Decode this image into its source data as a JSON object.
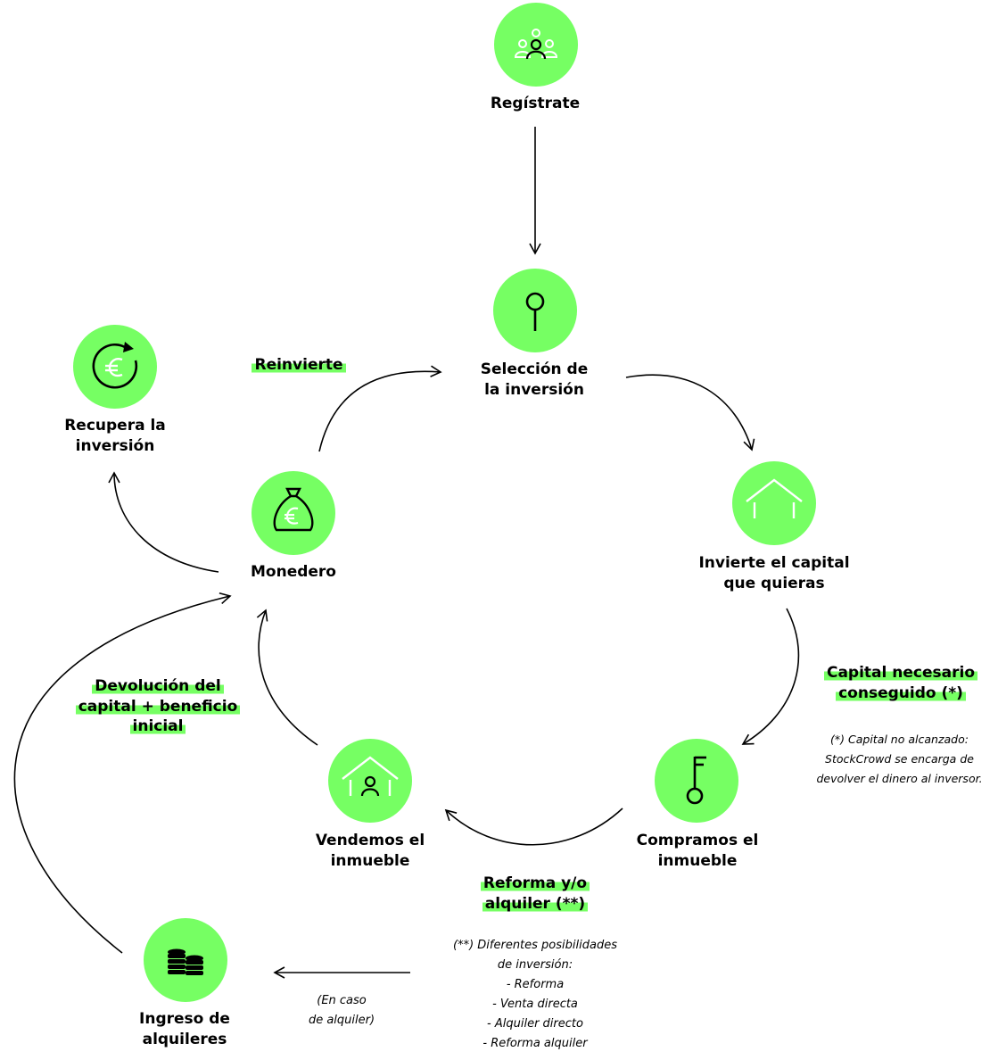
{
  "colors": {
    "accent": "#76ff63",
    "stroke": "#000000"
  },
  "nodes": {
    "registrate": {
      "label_lines": [
        "Regístrate"
      ],
      "icon": "users-group-icon"
    },
    "seleccion": {
      "label_lines": [
        "Selección de",
        "la inversión"
      ],
      "icon": "magnifier-icon"
    },
    "invierte": {
      "label_lines": [
        "Invierte el capital",
        "que quieras"
      ],
      "icon": "house-outline-icon"
    },
    "compramos": {
      "label_lines": [
        "Compramos el",
        "inmueble"
      ],
      "icon": "key-icon"
    },
    "vendemos": {
      "label_lines": [
        "Vendemos el",
        "inmueble"
      ],
      "icon": "house-person-icon"
    },
    "monedero": {
      "label_lines": [
        "Monedero"
      ],
      "icon": "money-bag-euro-icon"
    },
    "recupera": {
      "label_lines": [
        "Recupera la",
        "inversión"
      ],
      "icon": "euro-refresh-icon"
    },
    "ingreso": {
      "label_lines": [
        "Ingreso de",
        "alquileres"
      ],
      "icon": "coin-stack-icon"
    }
  },
  "edge_labels": {
    "reinvierte": {
      "lines": [
        "Reinvierte"
      ]
    },
    "capital_necesario": {
      "lines": [
        "Capital necesario",
        "conseguido (*)"
      ]
    },
    "reforma": {
      "lines": [
        "Reforma y/o",
        "alquiler (**)"
      ]
    },
    "devolucion": {
      "lines": [
        "Devolución del",
        "capital + beneficio",
        "inicial"
      ]
    }
  },
  "notes": {
    "capital_note": {
      "lines": [
        "(*) Capital no alcanzado:",
        "StockCrowd se encarga de",
        "devolver el dinero al inversor."
      ]
    },
    "reforma_note": {
      "lines": [
        "(**) Diferentes posibilidades",
        "de inversión:",
        "- Reforma",
        "- Venta directa",
        "- Alquiler directo",
        "- Reforma alquiler"
      ]
    },
    "alquiler_note": {
      "lines": [
        "(En caso",
        "de alquiler)"
      ]
    }
  }
}
